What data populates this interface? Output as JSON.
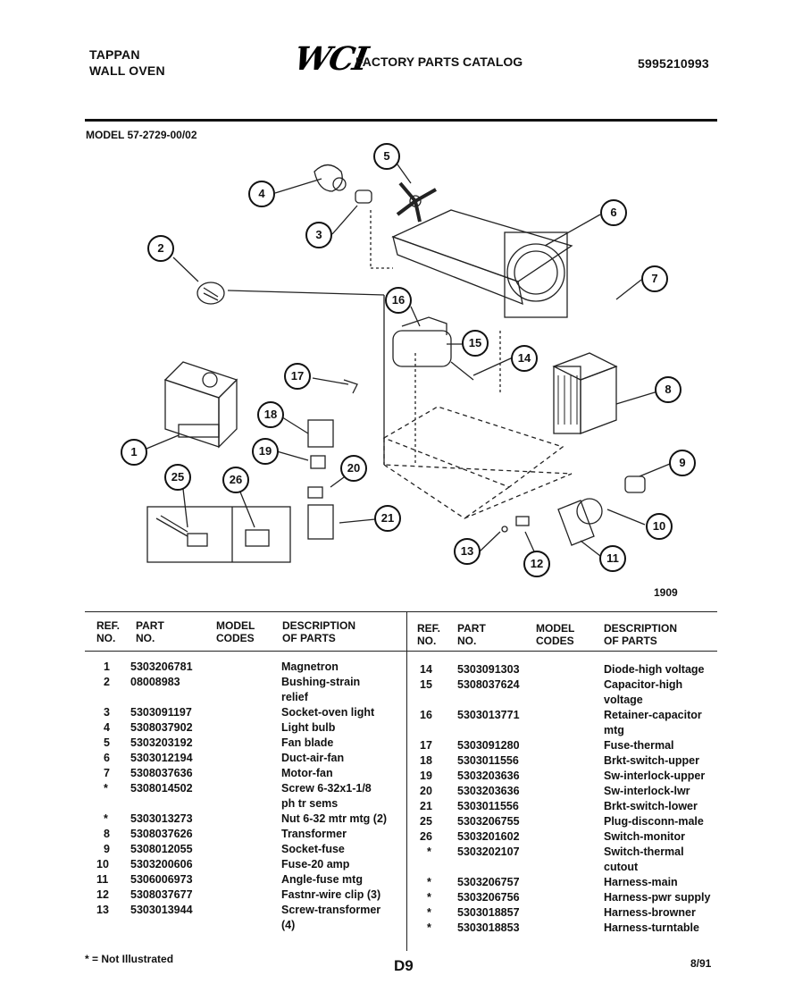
{
  "header": {
    "brand_line1": "TAPPAN",
    "brand_line2": "WALL OVEN",
    "logo_text": "WCI",
    "catalog_title": "FACTORY PARTS CATALOG",
    "catalog_number": "5995210993"
  },
  "model_label": "MODEL 57-2729-00/02",
  "diagram": {
    "callouts": [
      "1",
      "2",
      "3",
      "4",
      "5",
      "6",
      "7",
      "8",
      "9",
      "10",
      "11",
      "12",
      "13",
      "14",
      "15",
      "16",
      "17",
      "18",
      "19",
      "20",
      "21",
      "25",
      "26"
    ],
    "figure_number": "1909"
  },
  "table": {
    "headers": {
      "ref_line1": "REF.",
      "ref_line2": "NO.",
      "part_line1": "PART",
      "part_line2": "NO.",
      "model_line1": "MODEL",
      "model_line2": "CODES",
      "desc_line1": "DESCRIPTION",
      "desc_line2": "OF PARTS"
    },
    "left_rows": [
      {
        "ref": "1",
        "part": "5303206781",
        "desc": "Magnetron"
      },
      {
        "ref": "2",
        "part": "08008983",
        "desc": "Bushing-strain relief"
      },
      {
        "ref": "3",
        "part": "5303091197",
        "desc": "Socket-oven light"
      },
      {
        "ref": "4",
        "part": "5308037902",
        "desc": "Light bulb"
      },
      {
        "ref": "5",
        "part": "5303203192",
        "desc": "Fan blade"
      },
      {
        "ref": "6",
        "part": "5303012194",
        "desc": "Duct-air-fan"
      },
      {
        "ref": "7",
        "part": "5308037636",
        "desc": "Motor-fan"
      },
      {
        "ref": "*",
        "part": "5308014502",
        "desc": "Screw 6-32x1-1/8 ph tr sems"
      },
      {
        "ref": "*",
        "part": "5303013273",
        "desc": "Nut 6-32 mtr mtg (2)"
      },
      {
        "ref": "8",
        "part": "5308037626",
        "desc": "Transformer"
      },
      {
        "ref": "9",
        "part": "5308012055",
        "desc": "Socket-fuse"
      },
      {
        "ref": "10",
        "part": "5303200606",
        "desc": "Fuse-20 amp"
      },
      {
        "ref": "11",
        "part": "5306006973",
        "desc": "Angle-fuse mtg"
      },
      {
        "ref": "12",
        "part": "5308037677",
        "desc": "Fastnr-wire clip (3)"
      },
      {
        "ref": "13",
        "part": "5303013944",
        "desc": "Screw-transformer (4)"
      }
    ],
    "right_rows": [
      {
        "ref": "14",
        "part": "5303091303",
        "desc": "Diode-high voltage"
      },
      {
        "ref": "15",
        "part": "5308037624",
        "desc": "Capacitor-high voltage"
      },
      {
        "ref": "16",
        "part": "5303013771",
        "desc": "Retainer-capacitor mtg"
      },
      {
        "ref": "17",
        "part": "5303091280",
        "desc": "Fuse-thermal"
      },
      {
        "ref": "18",
        "part": "5303011556",
        "desc": "Brkt-switch-upper"
      },
      {
        "ref": "19",
        "part": "5303203636",
        "desc": "Sw-interlock-upper"
      },
      {
        "ref": "20",
        "part": "5303203636",
        "desc": "Sw-interlock-lwr"
      },
      {
        "ref": "21",
        "part": "5303011556",
        "desc": "Brkt-switch-lower"
      },
      {
        "ref": "25",
        "part": "5303206755",
        "desc": "Plug-disconn-male"
      },
      {
        "ref": "26",
        "part": "5303201602",
        "desc": "Switch-monitor"
      },
      {
        "ref": "*",
        "part": "5303202107",
        "desc": "Switch-thermal cutout"
      },
      {
        "ref": "*",
        "part": "5303206757",
        "desc": "Harness-main"
      },
      {
        "ref": "*",
        "part": "5303206756",
        "desc": "Harness-pwr supply"
      },
      {
        "ref": "*",
        "part": "5303018857",
        "desc": "Harness-browner"
      },
      {
        "ref": "*",
        "part": "5303018853",
        "desc": "Harness-turntable"
      }
    ]
  },
  "footer": {
    "note": "* = Not Illustrated",
    "page": "D9",
    "date": "8/91"
  }
}
